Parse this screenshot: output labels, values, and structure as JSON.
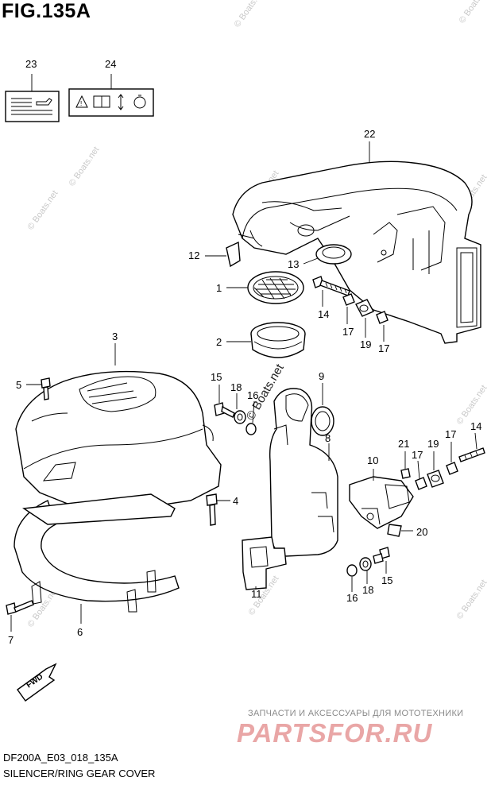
{
  "figure": {
    "title": "FIG.135A",
    "code": "DF200A_E03_018_135A",
    "name": "SILENCER/RING GEAR COVER"
  },
  "part_labels": [
    "23",
    "24",
    "22",
    "12",
    "13",
    "1",
    "14",
    "17",
    "19",
    "17",
    "2",
    "3",
    "5",
    "15",
    "18",
    "16",
    "9",
    "8",
    "21",
    "17",
    "19",
    "17",
    "14",
    "10",
    "20",
    "4",
    "11",
    "16",
    "18",
    "15",
    "7",
    "6"
  ],
  "fwd_arrow": "FWD",
  "watermarks": [
    "© Boats.net"
  ],
  "brand": {
    "tagline": "ЗАПЧАСТИ И АКСЕССУАРЫ ДЛЯ МОТОТЕХНИКИ",
    "logo": "PARTSFOR.RU"
  },
  "icons": [
    "warning-icon",
    "manual-icon",
    "arrow-icon",
    "clock-icon",
    "oil-can-icon"
  ]
}
